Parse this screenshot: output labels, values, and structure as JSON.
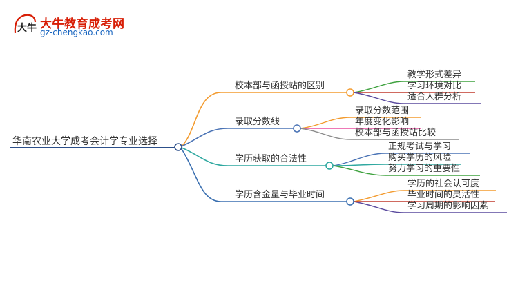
{
  "logo": {
    "mark_text": "大牛",
    "title": "大牛教育成考网",
    "url": "gz-chengkao.com"
  },
  "root": "华南农业大学成考会计学专业选择",
  "branches": [
    {
      "label": "校本部与函授站的区别",
      "color": "#f39b2f",
      "children": [
        {
          "label": "教学形式差异",
          "color": "#3fa23f"
        },
        {
          "label": "学习环境对比",
          "color": "#c0392b"
        },
        {
          "label": "适合人群分析",
          "color": "#5a4a9e"
        }
      ]
    },
    {
      "label": "录取分数线",
      "color": "#4a73b5",
      "children": [
        {
          "label": "录取分数范围",
          "color": "#f39b2f"
        },
        {
          "label": "年度变化影响",
          "color": "#e84d9f"
        },
        {
          "label": "校本部与函授站比较",
          "color": "#8c8c8c"
        }
      ]
    },
    {
      "label": "学历获取的合法性",
      "color": "#2fa8a0",
      "children": [
        {
          "label": "正规考试与学习",
          "color": "#4a73b5"
        },
        {
          "label": "购买学历的风险",
          "color": "#2fa8a0"
        },
        {
          "label": "努力学习的重要性",
          "color": "#3fa23f"
        }
      ]
    },
    {
      "label": "学历含金量与毕业时间",
      "color": "#3a6fb0",
      "children": [
        {
          "label": "学历的社会认可度",
          "color": "#f39b2f"
        },
        {
          "label": "毕业时间的灵活性",
          "color": "#c0392b"
        },
        {
          "label": "学习周期的影响因素",
          "color": "#5a4a9e"
        }
      ]
    }
  ]
}
